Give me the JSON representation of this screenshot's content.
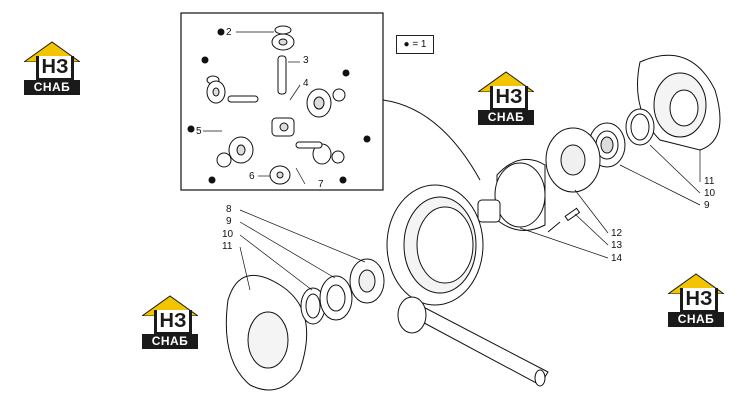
{
  "legend": {
    "text": "● = 1"
  },
  "logos": [
    {
      "top_text": "НЗ",
      "bottom_text": "СНАБ"
    },
    {
      "top_text": "НЗ",
      "bottom_text": "СНАБ"
    },
    {
      "top_text": "НЗ",
      "bottom_text": "СНАБ"
    },
    {
      "top_text": "НЗ",
      "bottom_text": "СНАБ"
    }
  ],
  "callouts": {
    "inset": [
      "2",
      "3",
      "4",
      "5",
      "6",
      "7"
    ],
    "right": [
      "11",
      "10",
      "9",
      "12",
      "13",
      "14"
    ],
    "left": [
      "8",
      "9",
      "10",
      "11"
    ]
  },
  "colors": {
    "line": "#111111",
    "logo_yellow": "#f2c500",
    "logo_dark": "#1a1a1a"
  }
}
